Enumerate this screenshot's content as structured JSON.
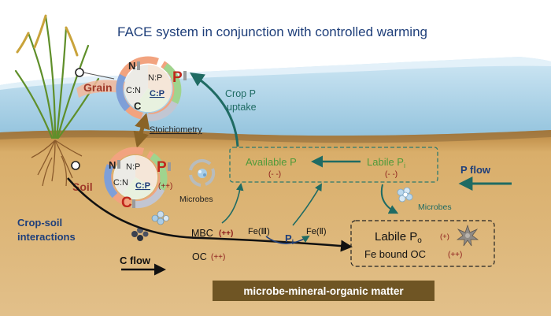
{
  "title": "FACE system in conjunction with controlled warming",
  "grain": {
    "label": "Grain",
    "n": "N",
    "np": "N:P",
    "p": "P",
    "cn": "C:N",
    "cp": "C:P",
    "c": "C"
  },
  "crop_p_uptake": {
    "line1": "Crop P",
    "line2": "uptake"
  },
  "stoichiometry": "Stoichiometry",
  "soil": {
    "label": "Soil",
    "n": "N",
    "np": "N:P",
    "p": "P",
    "cn": "C:N",
    "cp": "C:P",
    "cp_change": "(++)",
    "c": "C"
  },
  "microbes_left": "Microbes",
  "microbes_right": "Microbes",
  "available_p": {
    "label": "Available P",
    "change": "(- -)"
  },
  "labile_pi": {
    "label": "Labile P",
    "sub": "i",
    "change": "(- -)"
  },
  "p_flow": "P flow",
  "crop_soil": {
    "line1": "Crop-soil",
    "line2": "interactions"
  },
  "mbc": {
    "label": "MBC",
    "change": "(++)"
  },
  "fe3": "Fe(Ⅲ)",
  "pi_center": {
    "label": "P",
    "sub": "i"
  },
  "fe2": "Fe(Ⅱ)",
  "oc": {
    "label": "OC",
    "change": "(++)"
  },
  "c_flow": "C flow",
  "labile_po": {
    "label": "Labile P",
    "sub": "o",
    "change": "(+)"
  },
  "fe_bound_oc": {
    "label": "Fe bound OC",
    "change": "(++)"
  },
  "banner": "microbe-mineral-organic matter",
  "colors": {
    "water": "#a9d4ea",
    "soil": "#d8b072",
    "title": "#1f3f7a",
    "teal": "#1f6b63",
    "dark_red": "#8b1a1a",
    "banner_bg": "#6f5524"
  }
}
